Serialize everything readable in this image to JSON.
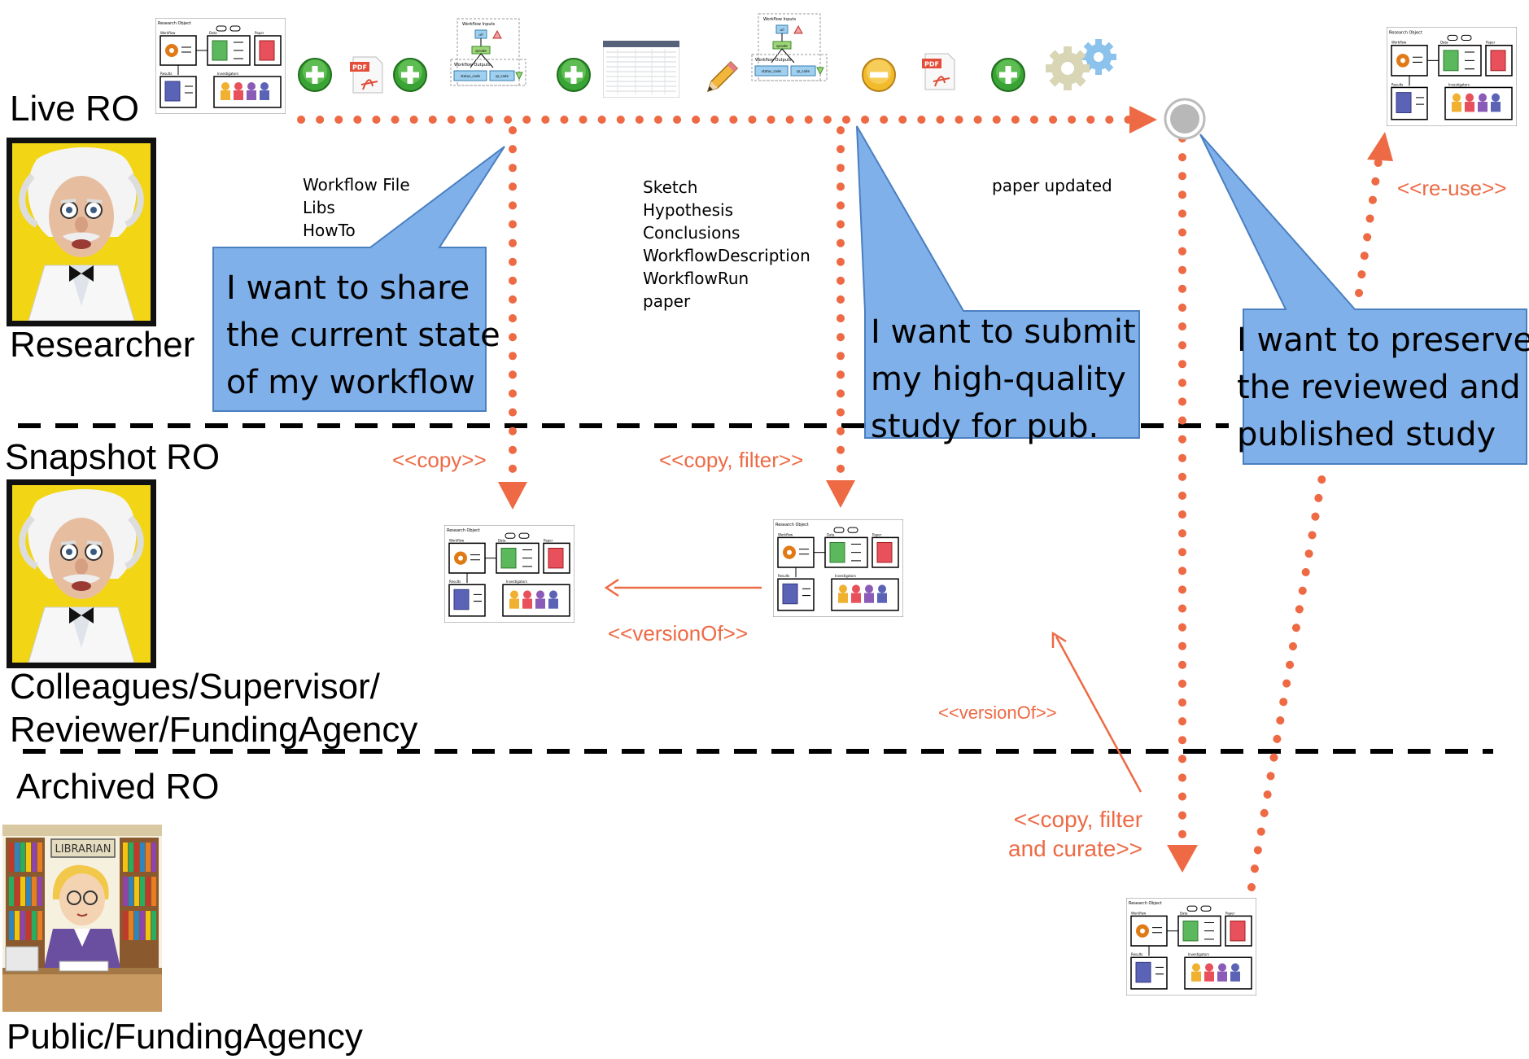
{
  "lanes": {
    "live": "Live RO",
    "snapshot": "Snapshot RO",
    "archived": "Archived RO"
  },
  "roles": {
    "researcher": "Researcher",
    "colleagues_line1": "Colleagues/Supervisor/",
    "colleagues_line2": "Reviewer/FundingAgency",
    "public": "Public/FundingAgency"
  },
  "notes": {
    "share_items": [
      "Workflow File",
      "Libs",
      "HowTo"
    ],
    "submit_items": [
      "Sketch",
      "Hypothesis",
      "Conclusions",
      "WorkflowDescription",
      "WorkflowRun",
      "paper"
    ],
    "paper_updated": "paper updated"
  },
  "callouts": {
    "share": [
      "I want to share",
      "the current state",
      "of my workflow"
    ],
    "submit": [
      "I want to submit",
      "my high-quality",
      "study for pub."
    ],
    "preserve": [
      "I want to preserve",
      "the reviewed and",
      "published study"
    ]
  },
  "relations": {
    "copy": "<<copy>>",
    "copy_filter": "<<copy, filter>>",
    "version_of_1": "<<versionOf>>",
    "version_of_2": "<<versionOf>>",
    "copy_filter_curate_1": "<<copy, filter",
    "copy_filter_curate_2": "and curate>>",
    "reuse": "<<re-use>>"
  },
  "ro_thumbnail": {
    "title": "Research Object",
    "workflow": "Workflow",
    "data": "Data",
    "paper": "Paper",
    "results": "Results",
    "investigators": "Investigators"
  },
  "workflow_thumbnail": {
    "inputs": "Workflow Inputs",
    "outputs": "Workflow Outputs",
    "node_url": "url",
    "node_qrcode": "qrcode",
    "node_status": "status_code",
    "node_qr": "qr_code"
  },
  "badges": {
    "pdf": "PDF",
    "librarian": "LIBRARIAN"
  },
  "colors": {
    "accent": "#ed6a44",
    "callout_fill": "#7fb0ea",
    "callout_stroke": "#4a7fc0",
    "add_icon": "#3aa335",
    "remove_icon": "#f2bb2b",
    "portrait_bg": "#f2d616"
  }
}
